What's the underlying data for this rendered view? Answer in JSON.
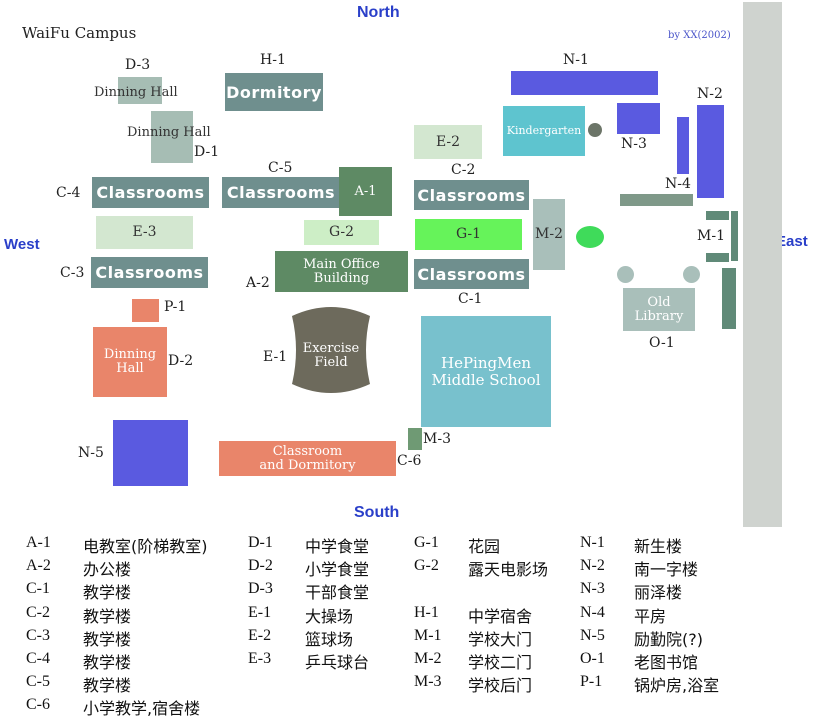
{
  "title": "WaiFu Campus",
  "credit": "by XX(2002)",
  "compass": {
    "north": "North",
    "south": "South",
    "east": "East",
    "west": "West"
  },
  "buildings": {
    "d3_label": "D-3",
    "d3_name": "Dinning Hall",
    "d1_label": "D-1",
    "d1_name": "Dinning Hall",
    "h1_label": "H-1",
    "h1_name": "Dormitory",
    "c5_label": "C-5",
    "c5_name": "Classrooms",
    "a1_label": "A-1",
    "c4_label": "C-4",
    "c4_name": "Classrooms",
    "e3_label": "E-3",
    "g2_label": "G-2",
    "a2_label": "A-2",
    "a2_name_line1": "Main Office",
    "a2_name_line2": "Building",
    "c3_label": "C-3",
    "c3_name": "Classrooms",
    "p1_label": "P-1",
    "d2_label": "D-2",
    "d2_name_line1": "Dinning",
    "d2_name_line2": "Hall",
    "e1_label": "E-1",
    "e1_name_line1": "Exercise",
    "e1_name_line2": "Field",
    "n5_label": "N-5",
    "c6_label": "C-6",
    "c6_name_line1": "Classroom",
    "c6_name_line2": "and Dormitory",
    "m3_label": "M-3",
    "e2_label": "E-2",
    "c2_label": "C-2",
    "c2_name": "Classrooms",
    "g1_label": "G-1",
    "c1_label": "C-1",
    "c1_name": "Classrooms",
    "m2_label": "M-2",
    "school_line1": "HePingMen",
    "school_line2": "Middle School",
    "n1_label": "N-1",
    "kindergarten": "Kindergarten",
    "n3_label": "N-3",
    "n2_label": "N-2",
    "n4_label": "N-4",
    "m1_label": "M-1",
    "o1_label": "O-1",
    "o1_name_line1": "Old",
    "o1_name_line2": "Library"
  },
  "legend": [
    [
      {
        "code": "A-1",
        "name": "电教室(阶梯教室)"
      },
      {
        "code": "D-1",
        "name": "中学食堂"
      },
      {
        "code": "G-1",
        "name": "花园"
      },
      {
        "code": "N-1",
        "name": "新生楼"
      }
    ],
    [
      {
        "code": "A-2",
        "name": "办公楼"
      },
      {
        "code": "D-2",
        "name": "小学食堂"
      },
      {
        "code": "G-2",
        "name": "露天电影场"
      },
      {
        "code": "N-2",
        "name": "南一字楼"
      }
    ],
    [
      {
        "code": "C-1",
        "name": "教学楼"
      },
      {
        "code": "D-3",
        "name": "干部食堂"
      },
      {
        "code": "",
        "name": ""
      },
      {
        "code": "N-3",
        "name": "丽泽楼"
      }
    ],
    [
      {
        "code": "C-2",
        "name": "教学楼"
      },
      {
        "code": "E-1",
        "name": "大操场"
      },
      {
        "code": "H-1",
        "name": "中学宿舍"
      },
      {
        "code": "N-4",
        "name": "平房"
      }
    ],
    [
      {
        "code": "C-3",
        "name": "教学楼"
      },
      {
        "code": "E-2",
        "name": "篮球场"
      },
      {
        "code": "M-1",
        "name": "学校大门"
      },
      {
        "code": "N-5",
        "name": "励勤院(?)"
      }
    ],
    [
      {
        "code": "C-4",
        "name": "教学楼"
      },
      {
        "code": "E-3",
        "name": "乒乓球台"
      },
      {
        "code": "M-2",
        "name": "学校二门"
      },
      {
        "code": "O-1",
        "name": "老图书馆"
      }
    ],
    [
      {
        "code": "C-5",
        "name": "教学楼"
      },
      {
        "code": "",
        "name": ""
      },
      {
        "code": "M-3",
        "name": "学校后门"
      },
      {
        "code": "P-1",
        "name": "锅炉房,浴室"
      }
    ],
    [
      {
        "code": "C-6",
        "name": "小学教学,宿舍楼"
      },
      {
        "code": "",
        "name": ""
      },
      {
        "code": "",
        "name": ""
      },
      {
        "code": "",
        "name": ""
      }
    ]
  ]
}
